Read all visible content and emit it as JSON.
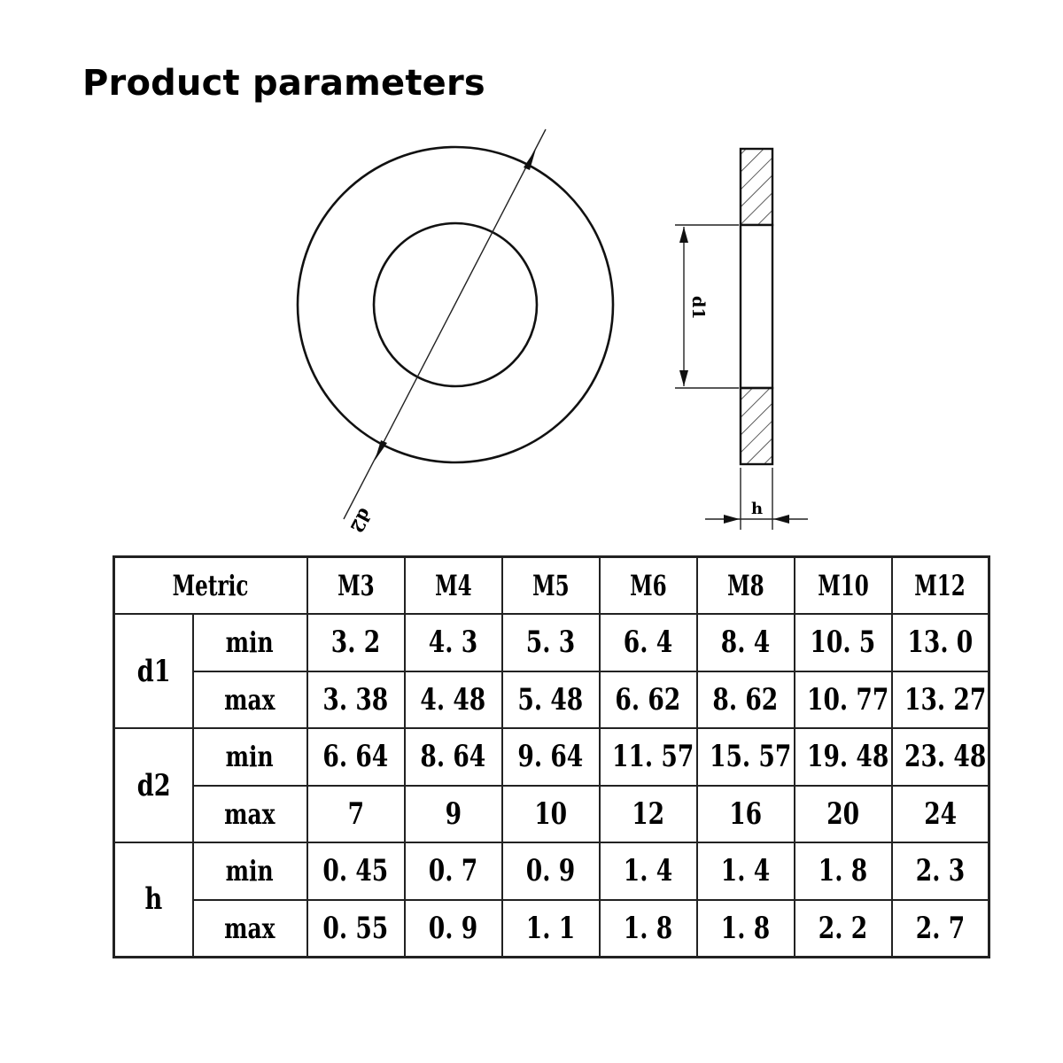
{
  "title": "Product parameters",
  "drawing": {
    "label_d2": "d2",
    "label_d1": "d1",
    "label_h": "h"
  },
  "table": {
    "header_label": "Metric",
    "sizes": [
      "M3",
      "M4",
      "M5",
      "M6",
      "M8",
      "M10",
      "M12"
    ],
    "groups": [
      {
        "name": "d1",
        "rows": [
          {
            "limit": "min",
            "values": [
              "3. 2",
              "4. 3",
              "5. 3",
              "6. 4",
              "8. 4",
              "10. 5",
              "13. 0"
            ]
          },
          {
            "limit": "max",
            "values": [
              "3. 38",
              "4. 48",
              "5. 48",
              "6. 62",
              "8. 62",
              "10. 77",
              "13. 27"
            ]
          }
        ]
      },
      {
        "name": "d2",
        "rows": [
          {
            "limit": "min",
            "values": [
              "6. 64",
              "8. 64",
              "9. 64",
              "11. 57",
              "15. 57",
              "19. 48",
              "23. 48"
            ]
          },
          {
            "limit": "max",
            "values": [
              "7",
              "9",
              "10",
              "12",
              "16",
              "20",
              "24"
            ]
          }
        ]
      },
      {
        "name": "h",
        "rows": [
          {
            "limit": "min",
            "values": [
              "0. 45",
              "0. 7",
              "0. 9",
              "1. 4",
              "1. 4",
              "1. 8",
              "2. 3"
            ]
          },
          {
            "limit": "max",
            "values": [
              "0. 55",
              "0. 9",
              "1. 1",
              "1. 8",
              "1. 8",
              "2. 2",
              "2. 7"
            ]
          }
        ]
      }
    ]
  }
}
